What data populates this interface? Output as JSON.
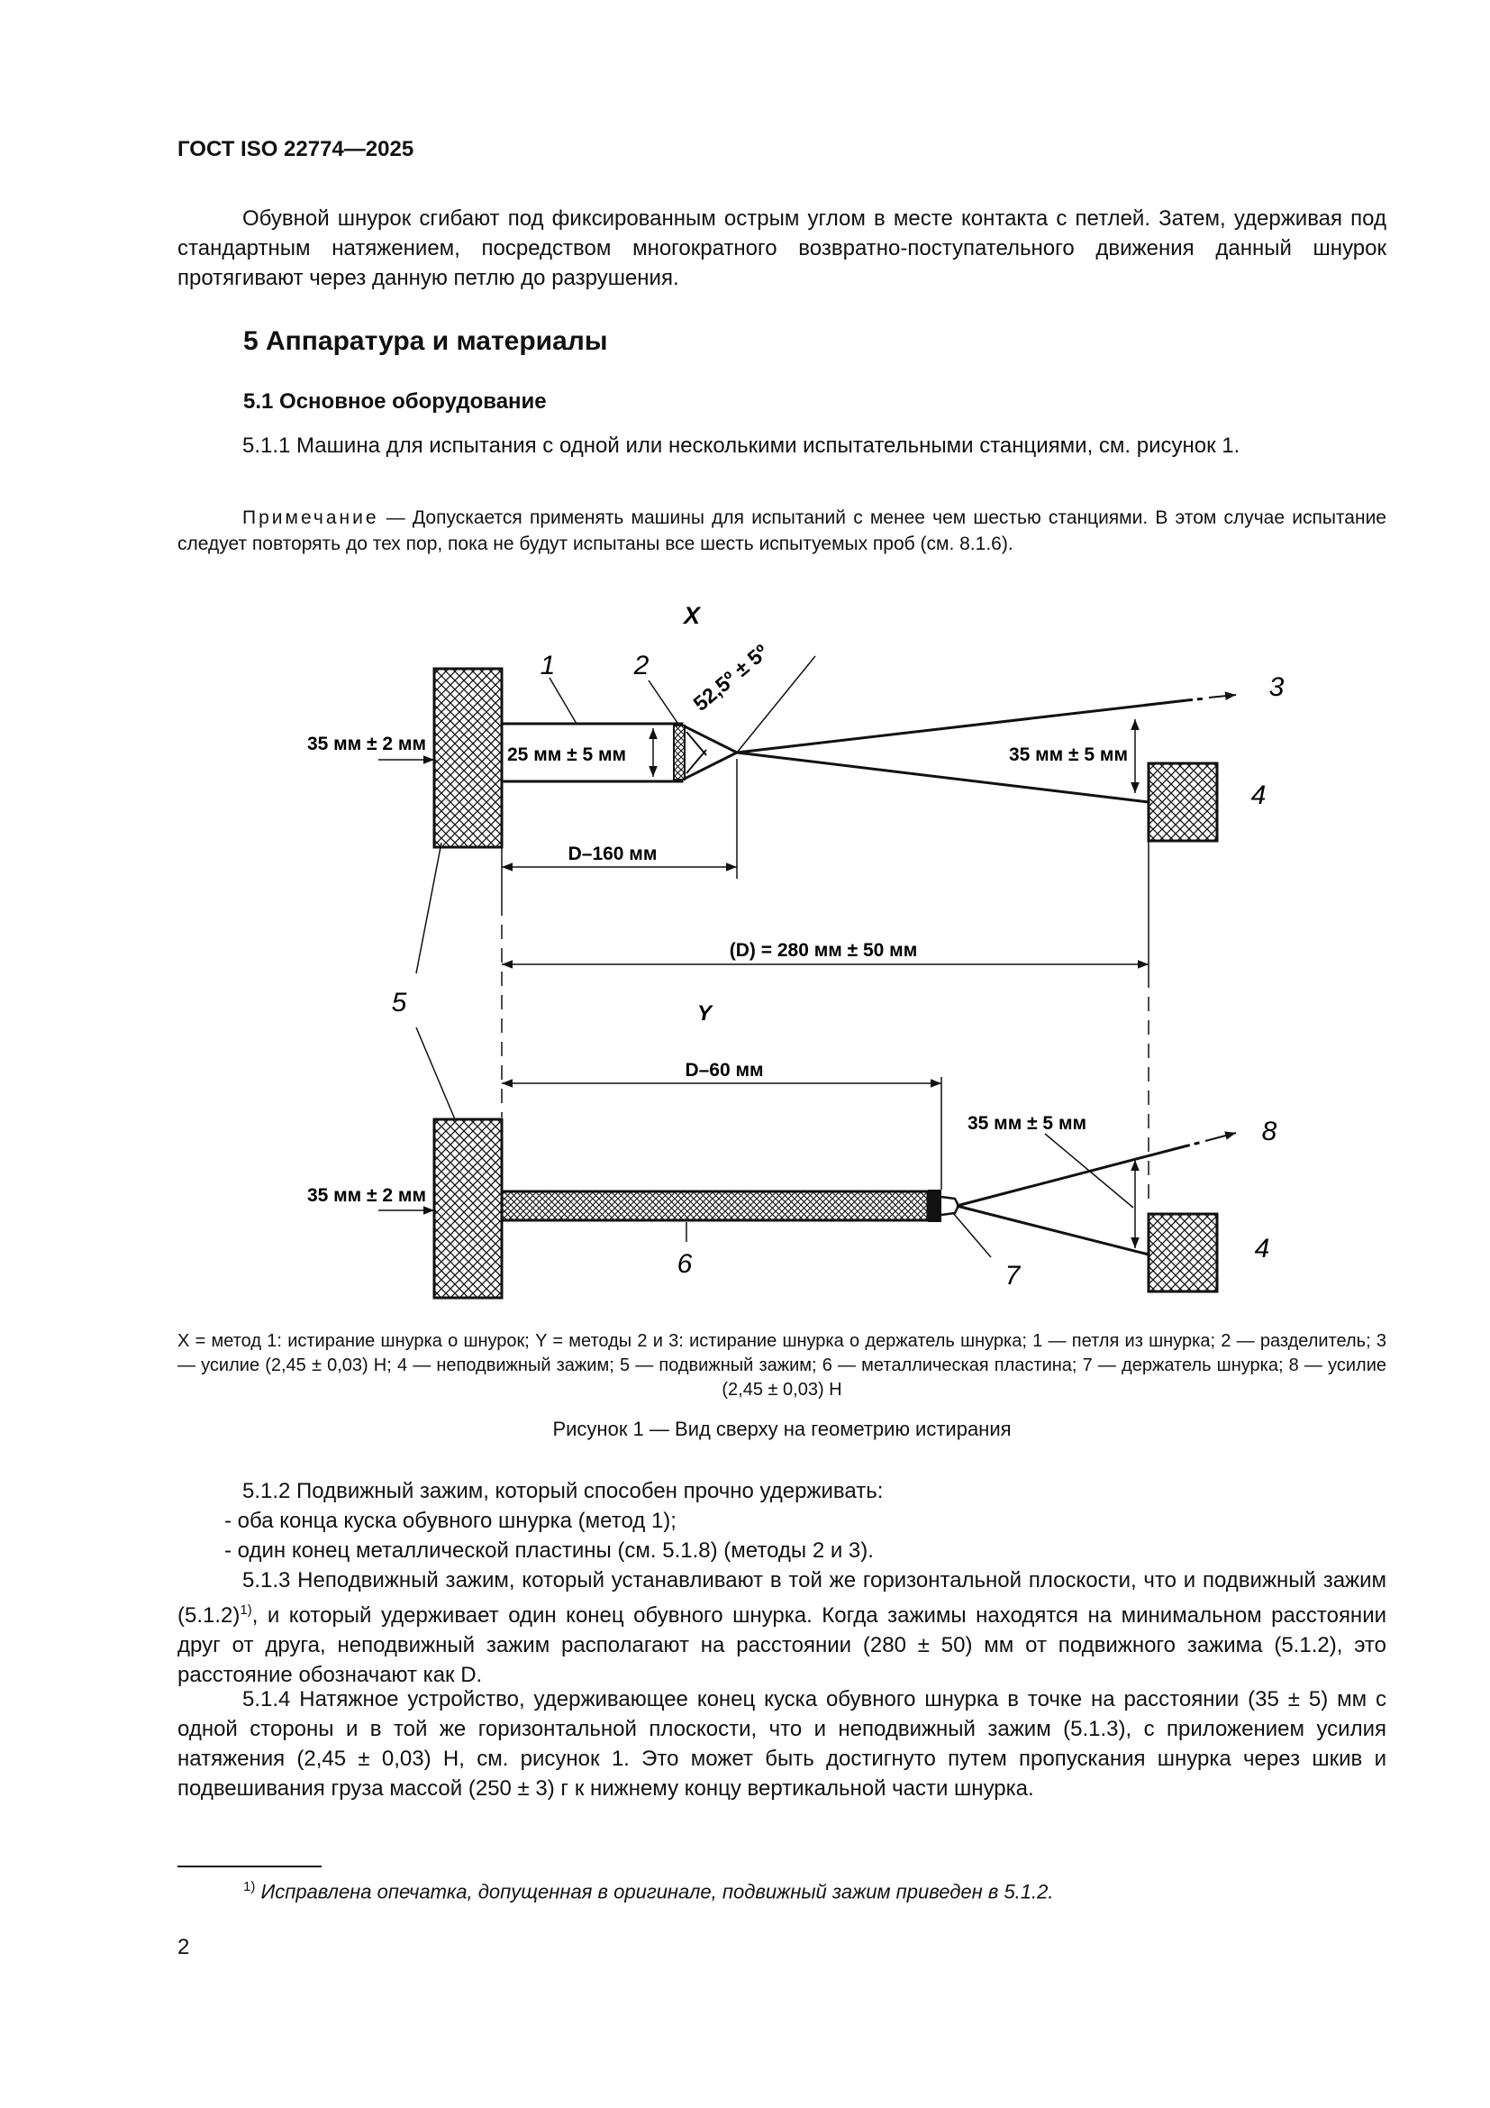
{
  "header": "ГОСТ ISO 22774—2025",
  "intro": "Обувной шнурок сгибают под фиксированным острым углом в месте контакта с петлей. Затем, удерживая под стандартным натяжением, посредством многократного возвратно-поступательного движения данный шнурок протягивают через данную петлю до разрушения.",
  "section_title": "5 Аппаратура и материалы",
  "subsection_title": "5.1 Основное оборудование",
  "p511": "5.1.1 Машина для испытания с одной или несколькими испытательными станциями, см. рисунок 1.",
  "note_label": "Примечание",
  "note_text": " — Допускается применять машины для испытаний с менее чем шестью станциями. В этом случае испытание следует повторять до тех пор, пока не будут испытаны все шесть испытуемых проб (см. 8.1.6).",
  "figure": {
    "x_label": "X",
    "y_label": "Y",
    "n1": "1",
    "n2": "2",
    "n3": "3",
    "n4": "4",
    "n4b": "4",
    "n5": "5",
    "n6": "6",
    "n7": "7",
    "n8": "8",
    "angle": "52,5º ± 5º",
    "clamp_offset_top": "35 мм ± 2 мм",
    "clamp_offset_bottom": "35 мм ± 2 мм",
    "loop_width": "25 мм ± 5 мм",
    "pull_offset_top": "35 мм ± 5 мм",
    "pull_offset_bottom": "35 мм ± 5 мм",
    "dist_top": "D–160 мм",
    "dist_total": "(D) = 280 мм ± 50 мм",
    "dist_bottom": "D–60 мм"
  },
  "legend": "X = метод 1: истирание шнурка о шнурок; Y = методы 2 и 3: истирание шнурка о держатель шнурка; 1 — петля из шнурка; 2 — разделитель; 3 — усилие (2,45 ± 0,03) Н; 4 — неподвижный зажим; 5 — подвижный зажим; 6 — металлическая пластина; 7 — держатель шнурка; 8 — усилие (2,45 ± 0,03) Н",
  "caption": "Рисунок 1 — Вид сверху на геометрию истирания",
  "p512": "5.1.2 Подвижный зажим, который способен прочно удерживать:",
  "list": [
    "- оба конца куска обувного шнурка (метод 1);",
    "- один конец металлической пластины (см. 5.1.8) (методы 2 и 3)."
  ],
  "p513_a": "5.1.3 Неподвижный зажим, который устанавливают в той же горизонтальной плоскости, что и подвижный зажим (5.1.2)",
  "p513_sup": "1)",
  "p513_b": ", и который удерживает один конец обувного шнурка. Когда зажимы находятся на минимальном расстоянии друг от друга, неподвижный зажим располагают на расстоянии (280 ± 50) мм от подвижного зажима (5.1.2), это расстояние обозначают как D.",
  "p514": "5.1.4 Натяжное устройство, удерживающее конец куска обувного шнурка в точке на расстоянии (35 ± 5) мм с одной стороны и в той же горизонтальной плоскости, что и неподвижный зажим (5.1.3), с приложением усилия натяжения (2,45 ± 0,03) Н, см. рисунок 1. Это может быть достигнуто путем пропускания шнурка через шкив и подвешивания груза массой (250 ± 3) г к нижнему концу вертикальной части шнурка.",
  "footnote_mark": "1)",
  "footnote": "Исправлена опечатка, допущенная в оригинале, подвижный зажим приведен в 5.1.2.",
  "page_number": "2"
}
